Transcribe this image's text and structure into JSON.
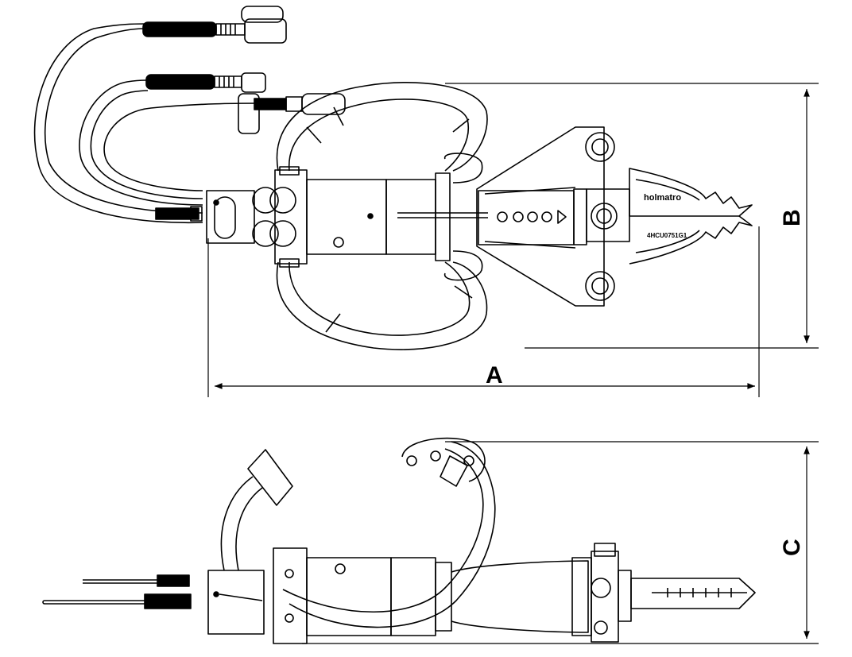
{
  "dimensions": {
    "A": "A",
    "B": "B",
    "C": "C"
  },
  "markings": {
    "brand": "holmatro",
    "serial": "4HCU0751G1"
  },
  "colors": {
    "line": "#000000",
    "background": "#ffffff"
  }
}
